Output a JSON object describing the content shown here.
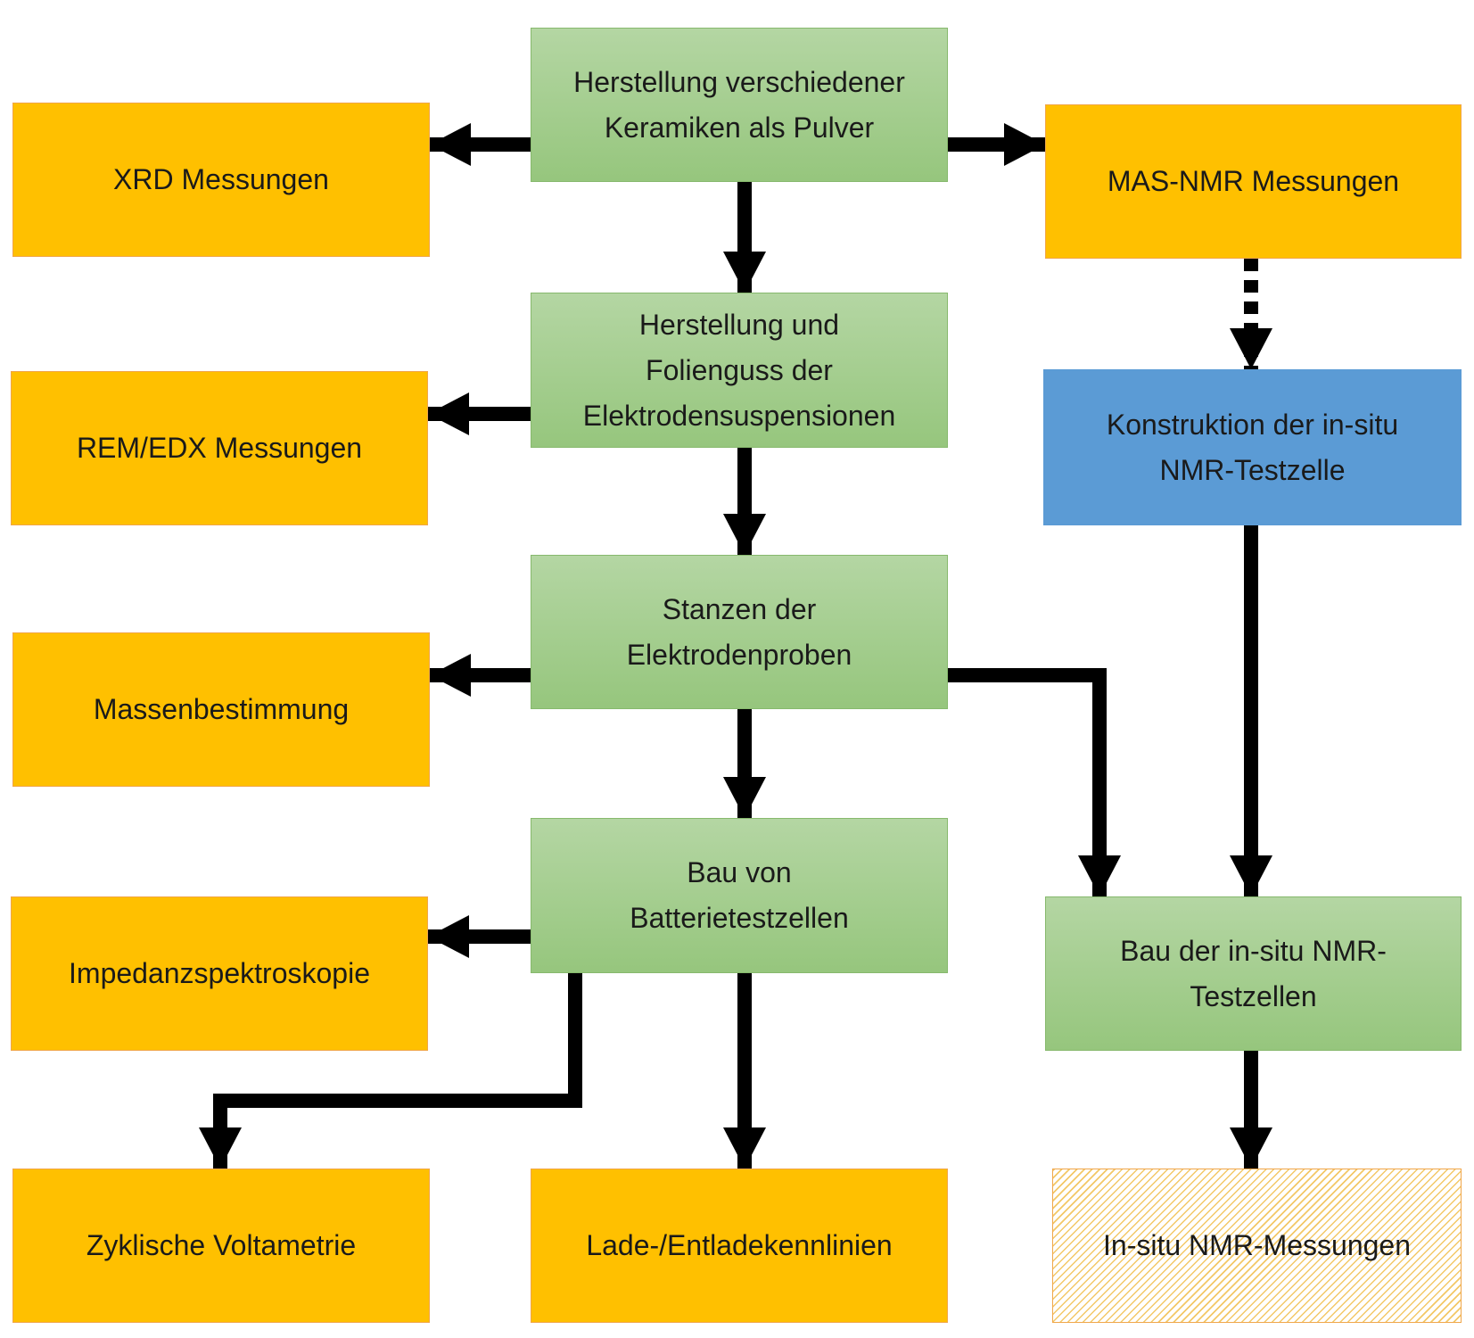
{
  "colors": {
    "process_green": "#9dca86",
    "measurement_orange": "#ffc000",
    "construction_blue": "#5b9bd5",
    "arrow": "#000000"
  },
  "nodes": {
    "ceramics": "Herstellung verschiedener\nKeramiken als Pulver",
    "xrd": "XRD Messungen",
    "mas_nmr": "MAS-NMR Messungen",
    "suspension": "Herstellung und\nFolienguss der\nElektrodensuspensionen",
    "rem_edx": "REM/EDX Messungen",
    "construction": "Konstruktion der in-situ\nNMR-Testzelle",
    "punching": "Stanzen der\nElektrodenproben",
    "mass": "Massenbestimmung",
    "battery_cells": "Bau von\nBatterietestzellen",
    "impedance": "Impedanzspektroskopie",
    "insitu_cells": "Bau der in-situ NMR-\nTestzellen",
    "cv": "Zyklische Voltametrie",
    "charge": "Lade-/Entladekennlinien",
    "insitu_measure": "In-situ NMR-Messungen"
  }
}
